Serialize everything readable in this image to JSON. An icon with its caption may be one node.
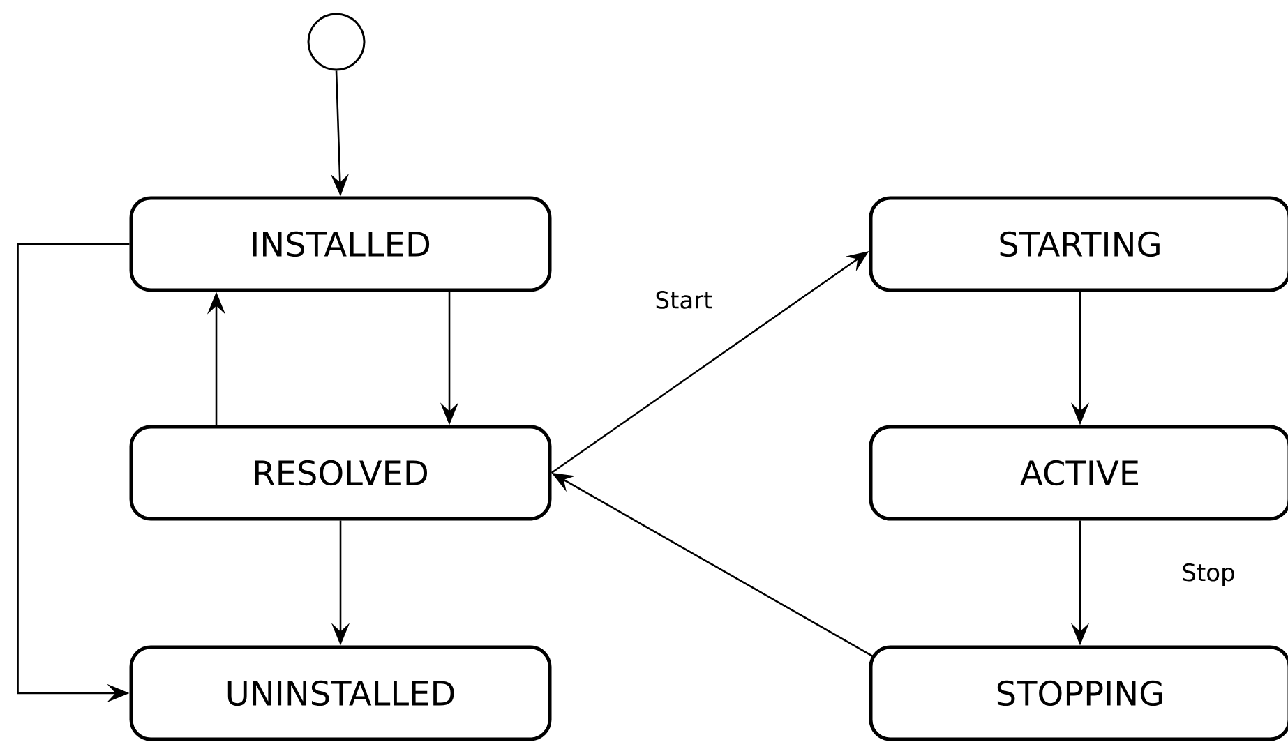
{
  "diagram": {
    "nodes": [
      {
        "text": [],
        "shape": "circle"
      },
      {
        "text": [
          "INSTALLED"
        ]
      },
      {
        "text": [
          "RESOLVED"
        ]
      },
      {
        "text": [
          "UNINSTALLED"
        ]
      },
      {
        "text": [
          "STARTING"
        ]
      },
      {
        "text": [
          "ACTIVE"
        ]
      },
      {
        "text": [
          "STOPPING"
        ]
      }
    ],
    "edges": [
      {
        "from": 0,
        "to": 1,
        "arrow": "to"
      },
      {
        "from": 1,
        "to": 2,
        "arrow": "to"
      },
      {
        "from": 2,
        "to": 1,
        "arrow": "to"
      },
      {
        "from": 2,
        "to": 3,
        "arrow": "to"
      },
      {
        "from": 1,
        "to": 3,
        "arrow": "to"
      },
      {
        "from": 2,
        "to": 4,
        "arrow": "to",
        "label": "Start"
      },
      {
        "from": 4,
        "to": 5,
        "arrow": "to"
      },
      {
        "from": 5,
        "to": 6,
        "arrow": "to",
        "label": "Stop"
      },
      {
        "from": 6,
        "to": 2,
        "arrow": "to"
      }
    ]
  }
}
